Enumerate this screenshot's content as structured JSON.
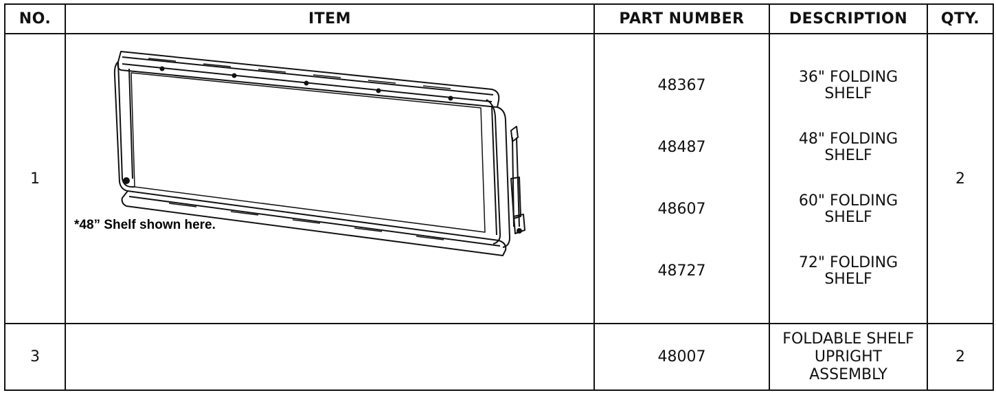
{
  "headers": {
    "no": "NO.",
    "item": "ITEM",
    "part_number": "PART NUMBER",
    "description": "DESCRIPTION",
    "qty": "QTY."
  },
  "rows": [
    {
      "no": "1",
      "caption": "*48” Shelf shown here.",
      "parts": [
        {
          "part_number": "48367",
          "description_lines": [
            "36\" FOLDING",
            "SHELF"
          ]
        },
        {
          "part_number": "48487",
          "description_lines": [
            "48\" FOLDING",
            "SHELF"
          ]
        },
        {
          "part_number": "48607",
          "description_lines": [
            "60\" FOLDING",
            "SHELF"
          ]
        },
        {
          "part_number": "48727",
          "description_lines": [
            "72\" FOLDING",
            "SHELF"
          ]
        }
      ],
      "qty": "2"
    },
    {
      "no": "3",
      "part_number": "48007",
      "description_lines": [
        "FOLDABLE SHELF",
        "UPRIGHT",
        "ASSEMBLY"
      ],
      "qty": "2"
    }
  ]
}
